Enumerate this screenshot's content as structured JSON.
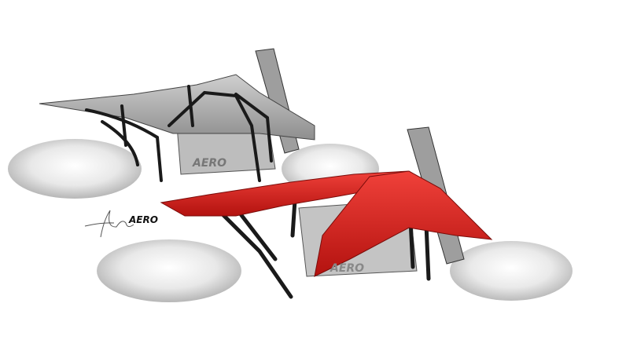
{
  "image": {
    "subject": "motorcycle-concept-sketches",
    "signature_logo_text": "AERO",
    "frame_badge_text": "AERO",
    "colors": {
      "bodywork_red": "#d81e1a",
      "frame_black": "#1a1a1a",
      "sketch_grey": "#9a9a9a",
      "background": "#ffffff"
    }
  }
}
